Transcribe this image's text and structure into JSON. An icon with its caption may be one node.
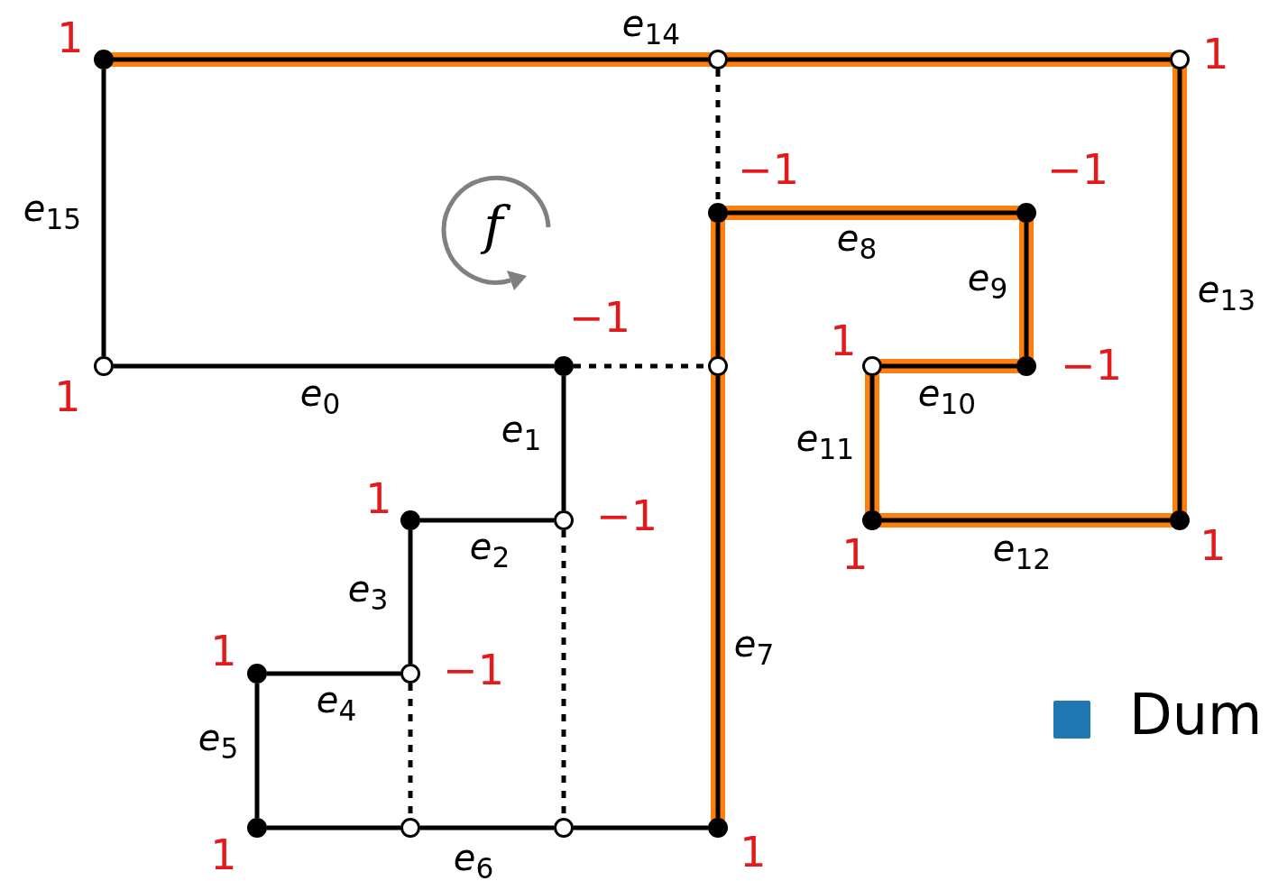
{
  "diagram": {
    "nodes": [
      {
        "text": [],
        "shape": "dot",
        "beside": [
          "1"
        ]
      },
      {
        "text": [],
        "shape": "circle"
      },
      {
        "text": [],
        "shape": "circle",
        "beside": [
          "1"
        ]
      },
      {
        "text": [],
        "shape": "dot",
        "beside": [
          "−1"
        ]
      },
      {
        "text": [],
        "shape": "dot",
        "beside": [
          "−1"
        ]
      },
      {
        "text": [],
        "shape": "circle",
        "beside": [
          "1"
        ]
      },
      {
        "text": [],
        "shape": "dot",
        "beside": [
          "−1"
        ]
      },
      {
        "text": [],
        "shape": "circle"
      },
      {
        "text": [],
        "shape": "circle",
        "beside": [
          "1"
        ]
      },
      {
        "text": [],
        "shape": "dot",
        "beside": [
          "−1"
        ]
      },
      {
        "text": [],
        "shape": "dot",
        "beside": [
          "1"
        ]
      },
      {
        "text": [],
        "shape": "circle",
        "beside": [
          "−1"
        ]
      },
      {
        "text": [],
        "shape": "dot",
        "beside": [
          "1"
        ]
      },
      {
        "text": [],
        "shape": "dot",
        "beside": [
          "1"
        ]
      },
      {
        "text": [],
        "shape": "dot",
        "beside": [
          "1"
        ]
      },
      {
        "text": [],
        "shape": "circle",
        "beside": [
          "−1"
        ]
      },
      {
        "text": [],
        "shape": "dot",
        "beside": [
          "1"
        ]
      },
      {
        "text": [],
        "shape": "circle"
      },
      {
        "text": [],
        "shape": "circle"
      },
      {
        "text": [],
        "shape": "dot",
        "beside": [
          "1"
        ]
      }
    ],
    "edges": [
      {
        "from": 5,
        "to": 6,
        "arrow": "none",
        "label": "*e*$_{0}$"
      },
      {
        "from": 6,
        "to": 11,
        "arrow": "none",
        "label": "*e*$_{1}$"
      },
      {
        "from": 11,
        "to": 10,
        "arrow": "none",
        "label": "*e*$_{2}$"
      },
      {
        "from": 10,
        "to": 15,
        "arrow": "none",
        "label": "*e*$_{3}$"
      },
      {
        "from": 15,
        "to": 14,
        "arrow": "none",
        "label": "*e*$_{4}$"
      },
      {
        "from": 14,
        "to": 16,
        "arrow": "none",
        "label": "*e*$_{5}$"
      },
      {
        "from": 16,
        "to": 17,
        "arrow": "none"
      },
      {
        "from": 17,
        "to": 18,
        "arrow": "none",
        "label": "*e*$_{6}$"
      },
      {
        "from": 18,
        "to": 19,
        "arrow": "none"
      },
      {
        "from": 19,
        "to": 7,
        "arrow": "none",
        "label": "*e*$_{7}$",
        "style": "thick",
        "color": "#ff7f0e"
      },
      {
        "from": 7,
        "to": 3,
        "arrow": "none",
        "style": "thick",
        "color": "#ff7f0e"
      },
      {
        "from": 3,
        "to": 4,
        "arrow": "none",
        "label": "*e*$_{8}$",
        "style": "thick",
        "color": "#ff7f0e"
      },
      {
        "from": 4,
        "to": 9,
        "arrow": "none",
        "label": "*e*$_{9}$",
        "style": "thick",
        "color": "#ff7f0e"
      },
      {
        "from": 9,
        "to": 8,
        "arrow": "none",
        "label": "*e*$_{10}$",
        "style": "thick",
        "color": "#ff7f0e"
      },
      {
        "from": 8,
        "to": 12,
        "arrow": "none",
        "label": "*e*$_{11}$",
        "style": "thick",
        "color": "#ff7f0e"
      },
      {
        "from": 12,
        "to": 13,
        "arrow": "none",
        "label": "*e*$_{12}$",
        "style": "thick",
        "color": "#ff7f0e"
      },
      {
        "from": 13,
        "to": 2,
        "arrow": "none",
        "label": "*e*$_{13}$",
        "style": "thick",
        "color": "#ff7f0e"
      },
      {
        "from": 2,
        "to": 1,
        "arrow": "none",
        "style": "thick",
        "color": "#ff7f0e"
      },
      {
        "from": 1,
        "to": 0,
        "arrow": "none",
        "label": "*e*$_{14}$",
        "style": "thick",
        "color": "#ff7f0e"
      },
      {
        "from": 0,
        "to": 5,
        "arrow": "none",
        "label": "*e*$_{15}$"
      },
      {
        "from": 1,
        "to": 3,
        "arrow": "none",
        "style": "dashed"
      },
      {
        "from": 6,
        "to": 7,
        "arrow": "none",
        "style": "dashed"
      },
      {
        "from": 11,
        "to": 18,
        "arrow": "none",
        "style": "dashed"
      },
      {
        "from": 15,
        "to": 17,
        "arrow": "none",
        "style": "dashed"
      }
    ],
    "labels": [
      "f"
    ],
    "legend": [
      {
        "text": "Dum",
        "color": "#1f77b4"
      }
    ]
  }
}
